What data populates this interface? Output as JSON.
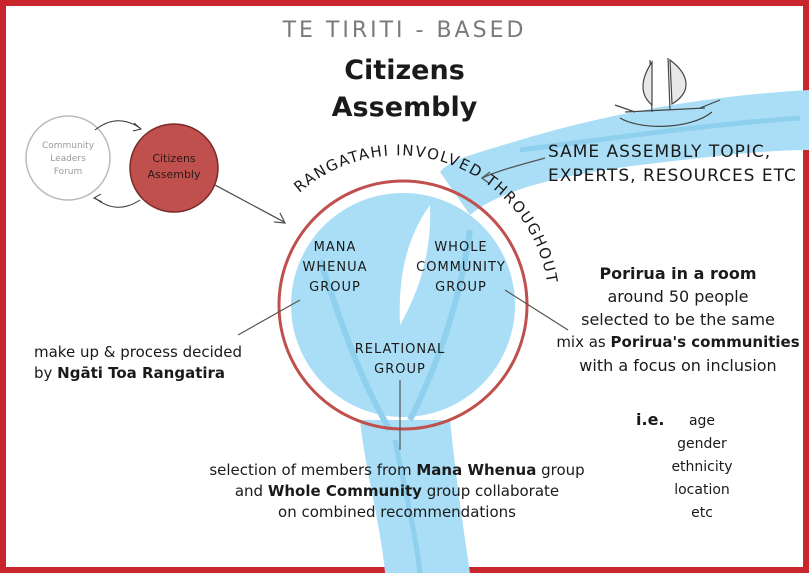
{
  "title": {
    "line1": "TE TIRITI - BASED",
    "line2": "Citizens",
    "line3": "Assembly"
  },
  "small_diagram": {
    "community_forum": [
      "Community",
      "Leaders",
      "Forum"
    ],
    "citizens_assembly": [
      "Citizens",
      "Assembly"
    ]
  },
  "arc_label": "RANGATAHI INVOLVED THROUGHOUT",
  "stream_label": [
    "SAME ASSEMBLY TOPIC,",
    "EXPERTS, RESOURCES ETC"
  ],
  "groups": {
    "mana_whenua": [
      "MANA",
      "WHENUA",
      "GROUP"
    ],
    "whole_community": [
      "WHOLE",
      "COMMUNITY",
      "GROUP"
    ],
    "relational": [
      "RELATIONAL",
      "GROUP"
    ]
  },
  "left_caption": {
    "line1": "make up & process decided",
    "line2_pre": "by ",
    "line2_bold": "Ngāti Toa Rangatira"
  },
  "right_caption": {
    "heading": "Porirua in a room",
    "line2": "around 50 people",
    "line3": "selected to be the same",
    "line4_pre": "mix as ",
    "line4_bold": "Porirua's communities",
    "line5": "with a focus on inclusion",
    "ie": "i.e.",
    "list": [
      "age",
      "gender",
      "ethnicity",
      "location",
      "etc"
    ]
  },
  "bottom_caption": {
    "l1_pre": "selection of members from ",
    "l1_bold": "Mana Whenua",
    "l1_post": " group",
    "l2_pre": "and ",
    "l2_bold": "Whole Community",
    "l2_post": " group collaborate",
    "l3": "on combined recommendations"
  },
  "colors": {
    "frame": "#c8262c",
    "water": "#a9def6",
    "water_dark": "#8fd0ee",
    "assembly_fill": "#c0504d",
    "ring": "#c0504d"
  },
  "icons": [
    "waka-sail-boat-icon"
  ]
}
